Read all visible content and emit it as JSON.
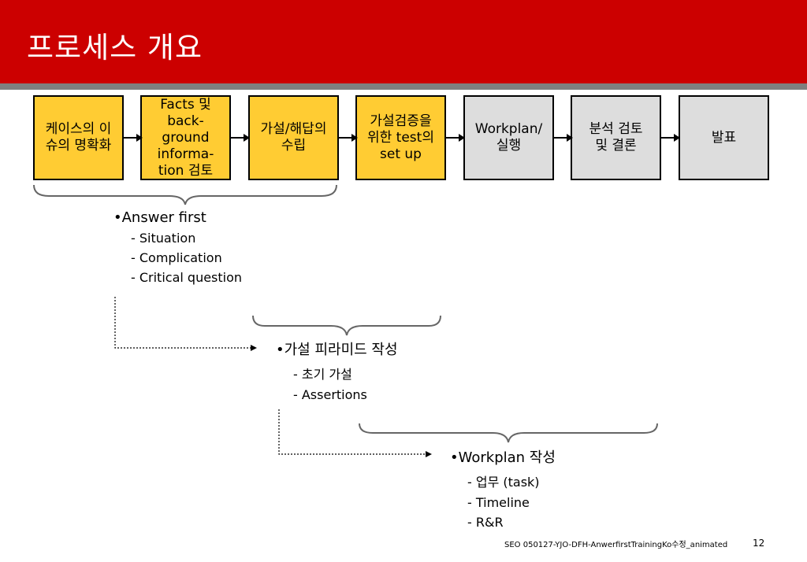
{
  "slide": {
    "title": "프로세스 개요"
  },
  "process": [
    {
      "label": "케이스의 이슈의 명확화",
      "style": "yellow"
    },
    {
      "label": "Facts 및 back-ground informa-tion 검토",
      "style": "yellow"
    },
    {
      "label": "가설/해답의 수립",
      "style": "yellow"
    },
    {
      "label": "가설검증을 위한 test의 set up",
      "style": "yellow"
    },
    {
      "label": "Workplan/ 실행",
      "style": "gray"
    },
    {
      "label": "분석 검토 및 결론",
      "style": "gray"
    },
    {
      "label": "발표",
      "style": "gray"
    }
  ],
  "groups": [
    {
      "heading": "•Answer first",
      "items": [
        "Situation",
        "Complication",
        "Critical question"
      ]
    },
    {
      "heading": "•가설 피라미드 작성",
      "items": [
        "초기 가설",
        "Assertions"
      ]
    },
    {
      "heading": "•Workplan 작성",
      "items": [
        "업무 (task)",
        "Timeline",
        "R&R"
      ]
    }
  ],
  "footer": {
    "text": "SEO   050127-YJO-DFH-AnwerfirstTrainingKo수정_animated",
    "page": "12"
  },
  "colors": {
    "header": "#cc0000",
    "rule": "#7f7f7f",
    "yellow": "#ffcc33",
    "gray": "#dddddd"
  }
}
